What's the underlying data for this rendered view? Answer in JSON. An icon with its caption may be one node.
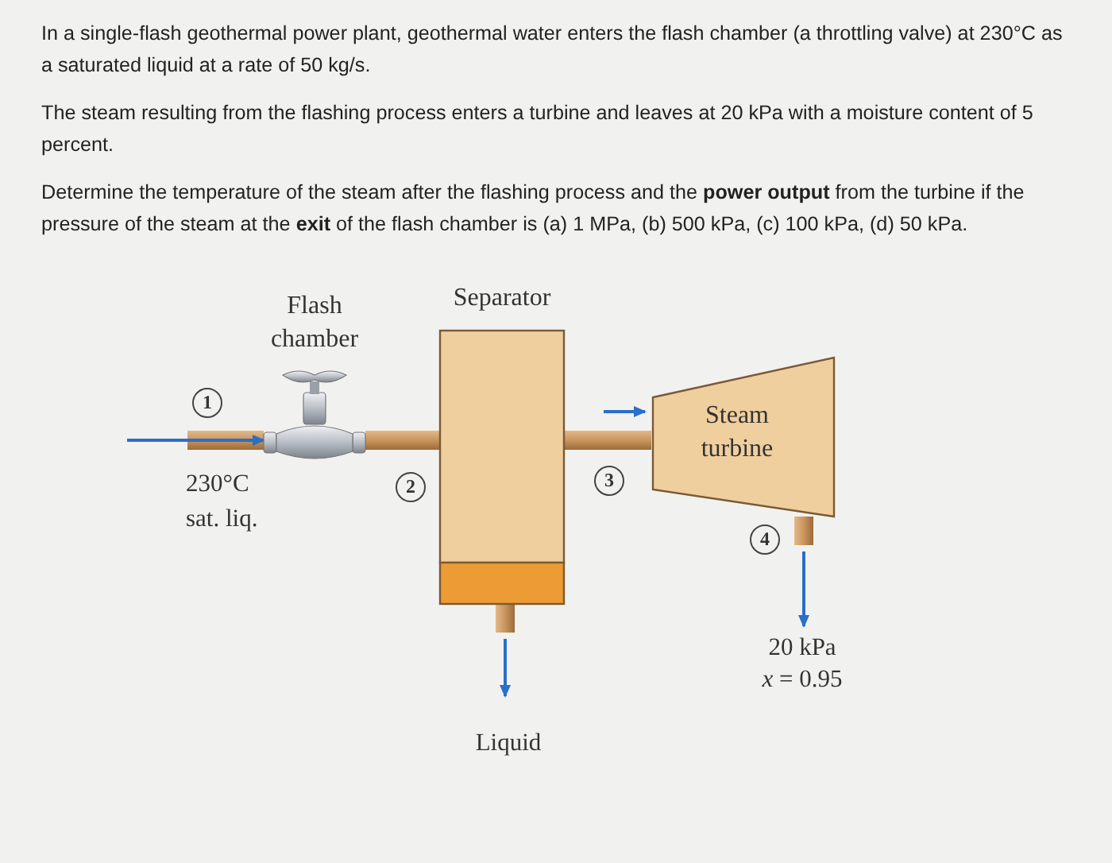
{
  "diagram": {
    "nodes": [
      {
        "text": [
          "Flash chamber"
        ]
      },
      {
        "text": [
          "Separator"
        ]
      },
      {
        "text": [
          "Steam turbine"
        ]
      },
      {
        "text": [
          "Liquid"
        ]
      },
      {
        "text": [
          "20 kPa",
          "*x* = 0.95"
        ]
      }
    ],
    "edges": [
      {
        "from": null,
        "to": 0,
        "arrow": "to"
      },
      {
        "from": 0,
        "to": 1,
        "arrow": "none"
      },
      {
        "from": 1,
        "to": 2,
        "arrow": "to"
      },
      {
        "from": 1,
        "to": 3,
        "arrow": "to"
      },
      {
        "from": 2,
        "to": 4,
        "arrow": "to"
      }
    ],
    "labels": [
      "In a single-flash geothermal power plant, geothermal water enters the flash chamber (a throttling valve) at 230°C as a saturated liquid at a rate of 50 kg/s.",
      "The steam resulting from the flashing process enters a turbine and leaves at 20 kPa with a moisture content of 5 percent.",
      "Determine the temperature of the steam after the flashing process and the **power output** from the turbine if the pressure of the steam at the **exit** of the flash chamber is  (a) 1 MPa,  (b) 500 kPa,  (c) 100 kPa,  (d) 50 kPa.",
      "1",
      "230°C sat. liq.",
      "2",
      "3",
      "4"
    ]
  }
}
